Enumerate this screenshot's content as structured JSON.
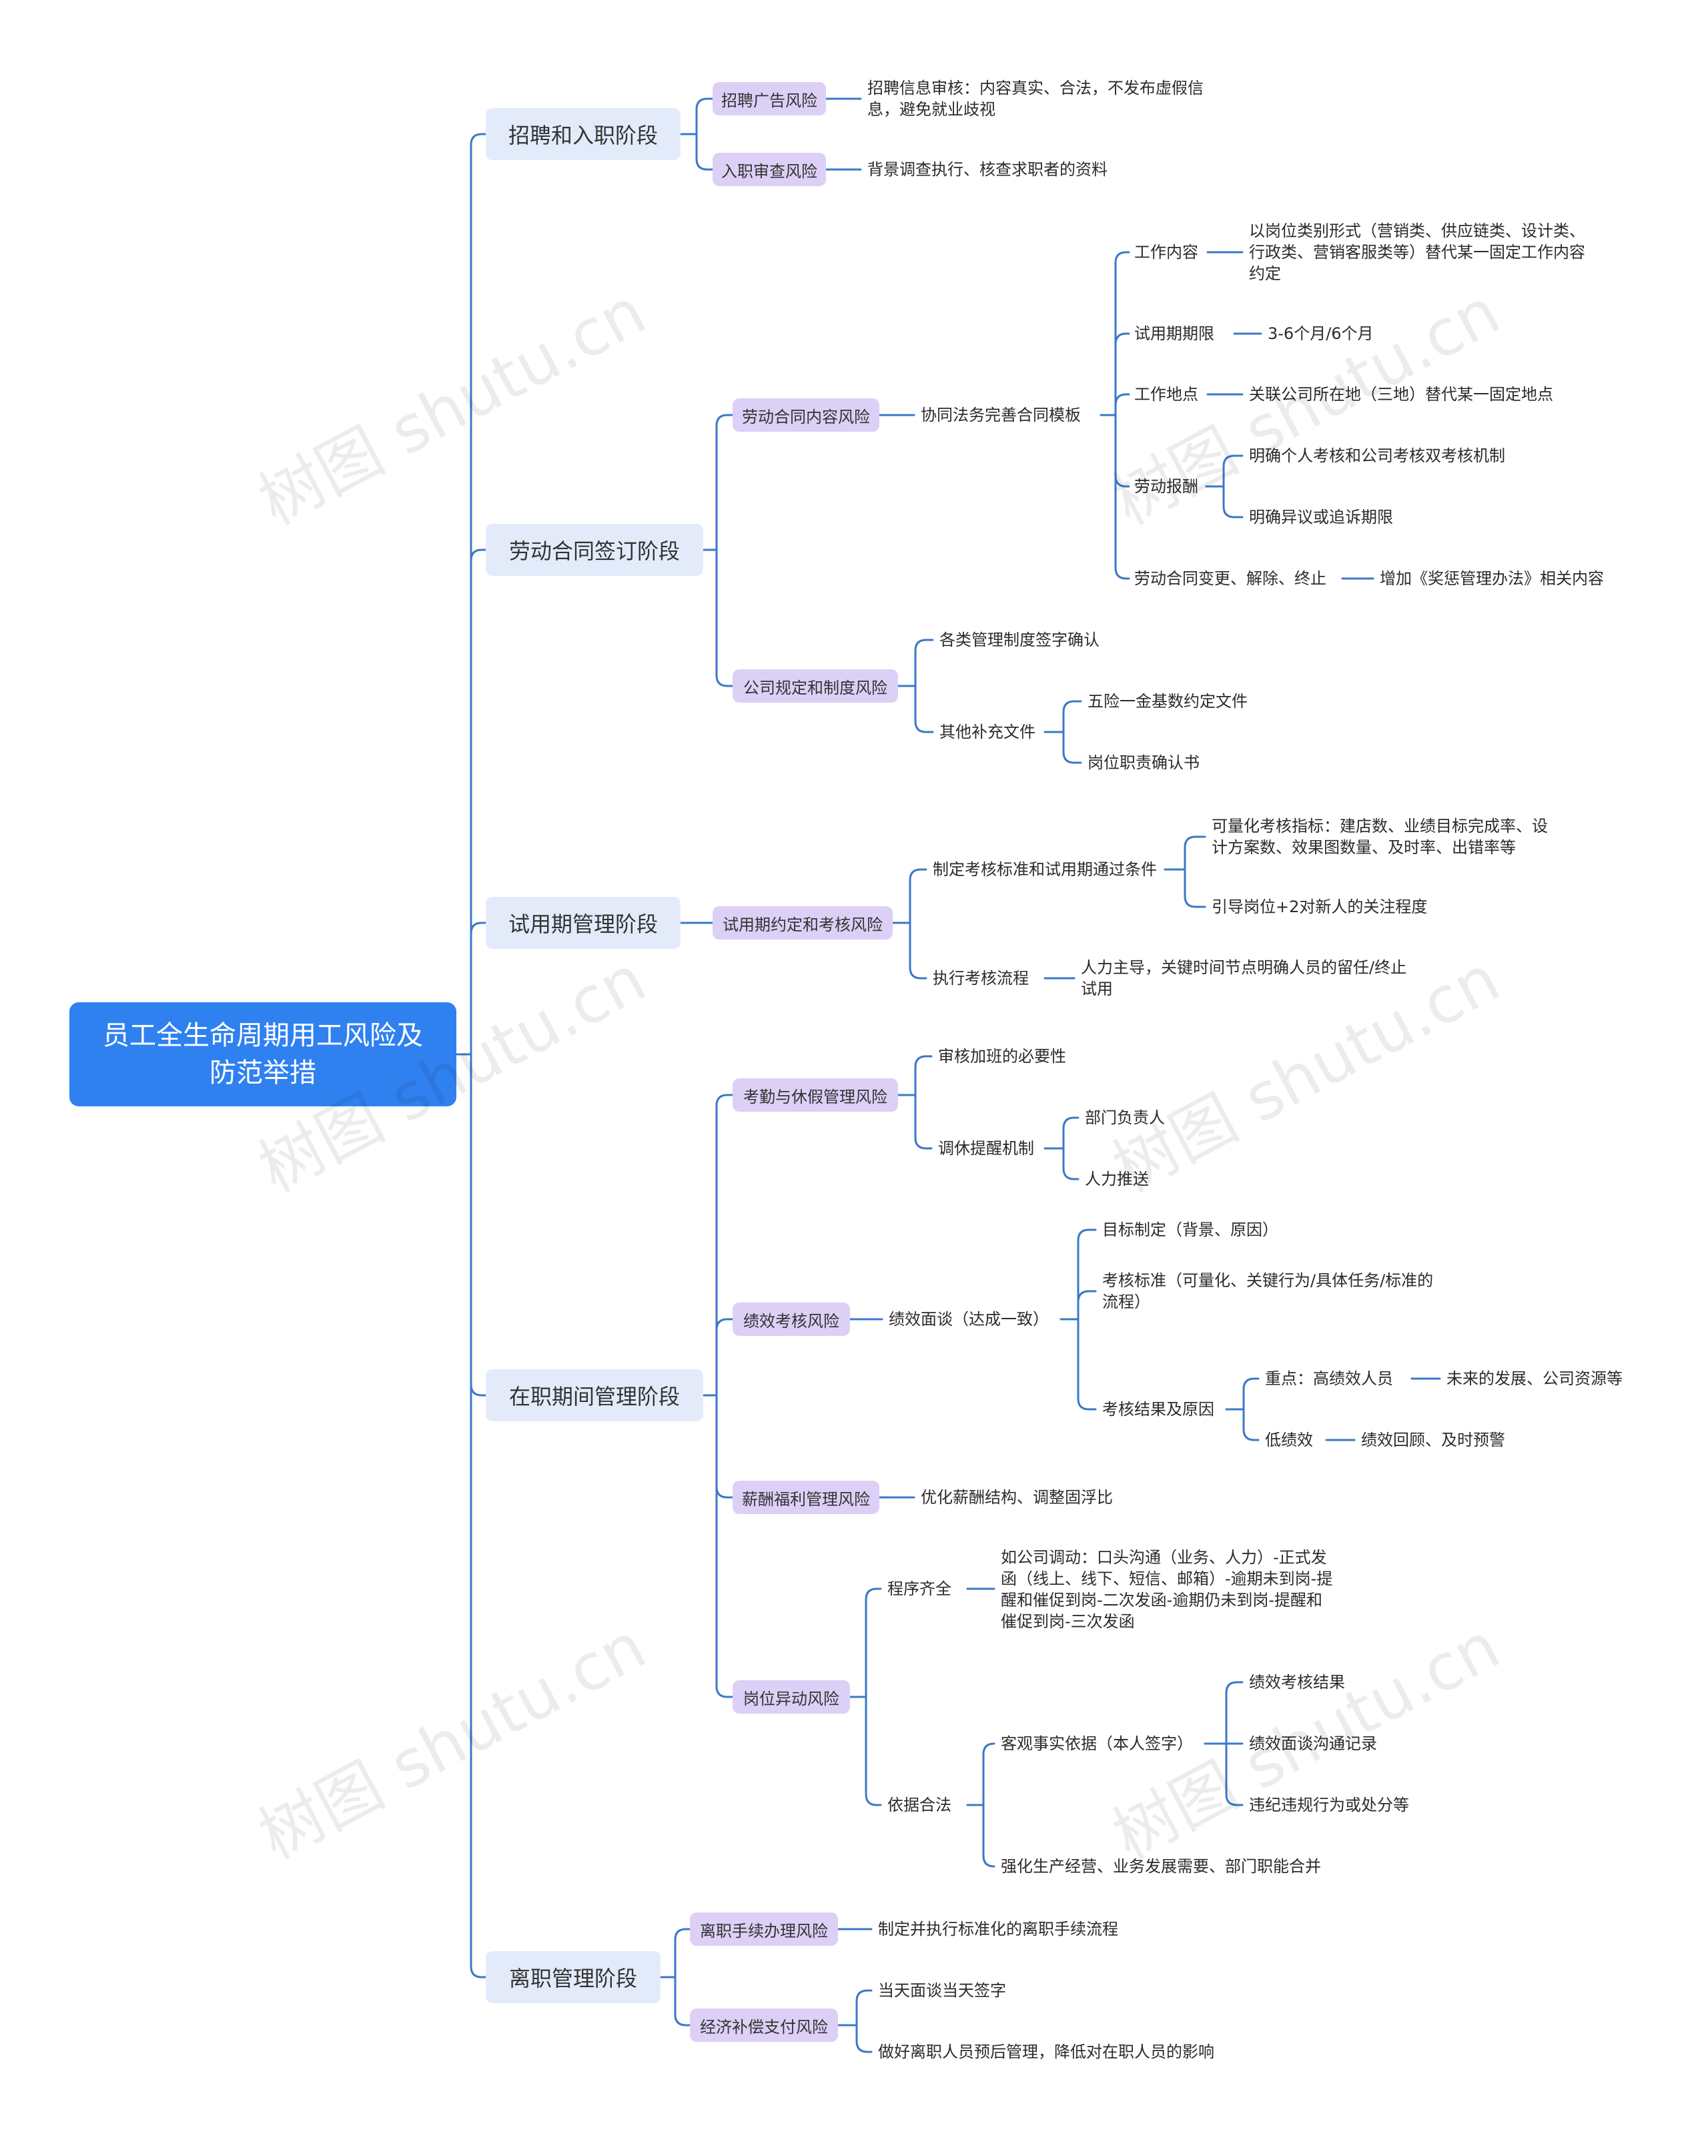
{
  "root": "员工全生命周期用工风险及防范举措",
  "stages": {
    "recruit": "招聘和入职阶段",
    "contract": "劳动合同签订阶段",
    "probation": "试用期管理阶段",
    "onjob": "在职期间管理阶段",
    "exit": "离职管理阶段"
  },
  "risks": {
    "ad": "招聘广告风险",
    "review": "入职审查风险",
    "content": "劳动合同内容风险",
    "rules": "公司规定和制度风险",
    "prob": "试用期约定和考核风险",
    "attend": "考勤与休假管理风险",
    "perf": "绩效考核风险",
    "salary": "薪酬福利管理风险",
    "transfer": "岗位异动风险",
    "exitproc": "离职手续办理风险",
    "comp": "经济补偿支付风险"
  },
  "items": {
    "ad_detail": "招聘信息审核：内容真实、合法，不发布虚假信息，避免就业歧视",
    "review_detail": "背景调查执行、核查求职者的资料",
    "template": "协同法务完善合同模板",
    "work_content": "工作内容",
    "work_content_detail": "以岗位类别形式（营销类、供应链类、设计类、行政类、营销客服类等）替代某一固定工作内容约定",
    "prob_period": "试用期期限",
    "prob_period_detail": "3-6个月/6个月",
    "work_place": "工作地点",
    "work_place_detail": "关联公司所在地（三地）替代某一固定地点",
    "pay": "劳动报酬",
    "pay_1": "明确个人考核和公司考核双考核机制",
    "pay_2": "明确异议或追诉期限",
    "change": "劳动合同变更、解除、终止",
    "change_detail": "增加《奖惩管理办法》相关内容",
    "sign": "各类管理制度签字确认",
    "other_docs": "其他补充文件",
    "docs_1": "五险一金基数约定文件",
    "docs_2": "岗位职责确认书",
    "standard": "制定考核标准和试用期通过条件",
    "std_1": "可量化考核指标：建店数、业绩目标完成率、设计方案数、效果图数量、及时率、出错率等",
    "std_2": "引导岗位+2对新人的关注程度",
    "process": "执行考核流程",
    "process_detail": "人力主导，关键时间节点明确人员的留任/终止试用",
    "overtime": "审核加班的必要性",
    "leave": "调休提醒机制",
    "leave_1": "部门负责人",
    "leave_2": "人力推送",
    "interview": "绩效面谈（达成一致）",
    "goal": "目标制定（背景、原因）",
    "criteria": "考核标准（可量化、关键行为/具体任务/标准的流程）",
    "result": "考核结果及原因",
    "key": "重点：高绩效人员",
    "key_detail": "未来的发展、公司资源等",
    "low": "低绩效",
    "low_detail": "绩效回顾、及时预警",
    "salary_detail": "优化薪酬结构、调整固浮比",
    "procedure": "程序齐全",
    "procedure_detail": "如公司调动：口头沟通（业务、人力）-正式发函（线上、线下、短信、邮箱）-逾期未到岗-提醒和催促到岗-二次发函-逾期仍未到岗-提醒和催促到岗-三次发函",
    "legal": "依据合法",
    "facts": "客观事实依据（本人签字）",
    "facts_1": "绩效考核结果",
    "facts_2": "绩效面谈沟通记录",
    "facts_3": "违纪违规行为或处分等",
    "business": "强化生产经营、业务发展需要、部门职能合并",
    "exit_detail": "制定并执行标准化的离职手续流程",
    "comp_1": "当天面谈当天签字",
    "comp_2": "做好离职人员预后管理，降低对在职人员的影响"
  },
  "watermark": "树图 shutu.cn",
  "colors": {
    "root": "#2f81f0",
    "stage": "#e3ebfb",
    "risk": "#dcd0f6",
    "line": "#3a78c8"
  }
}
